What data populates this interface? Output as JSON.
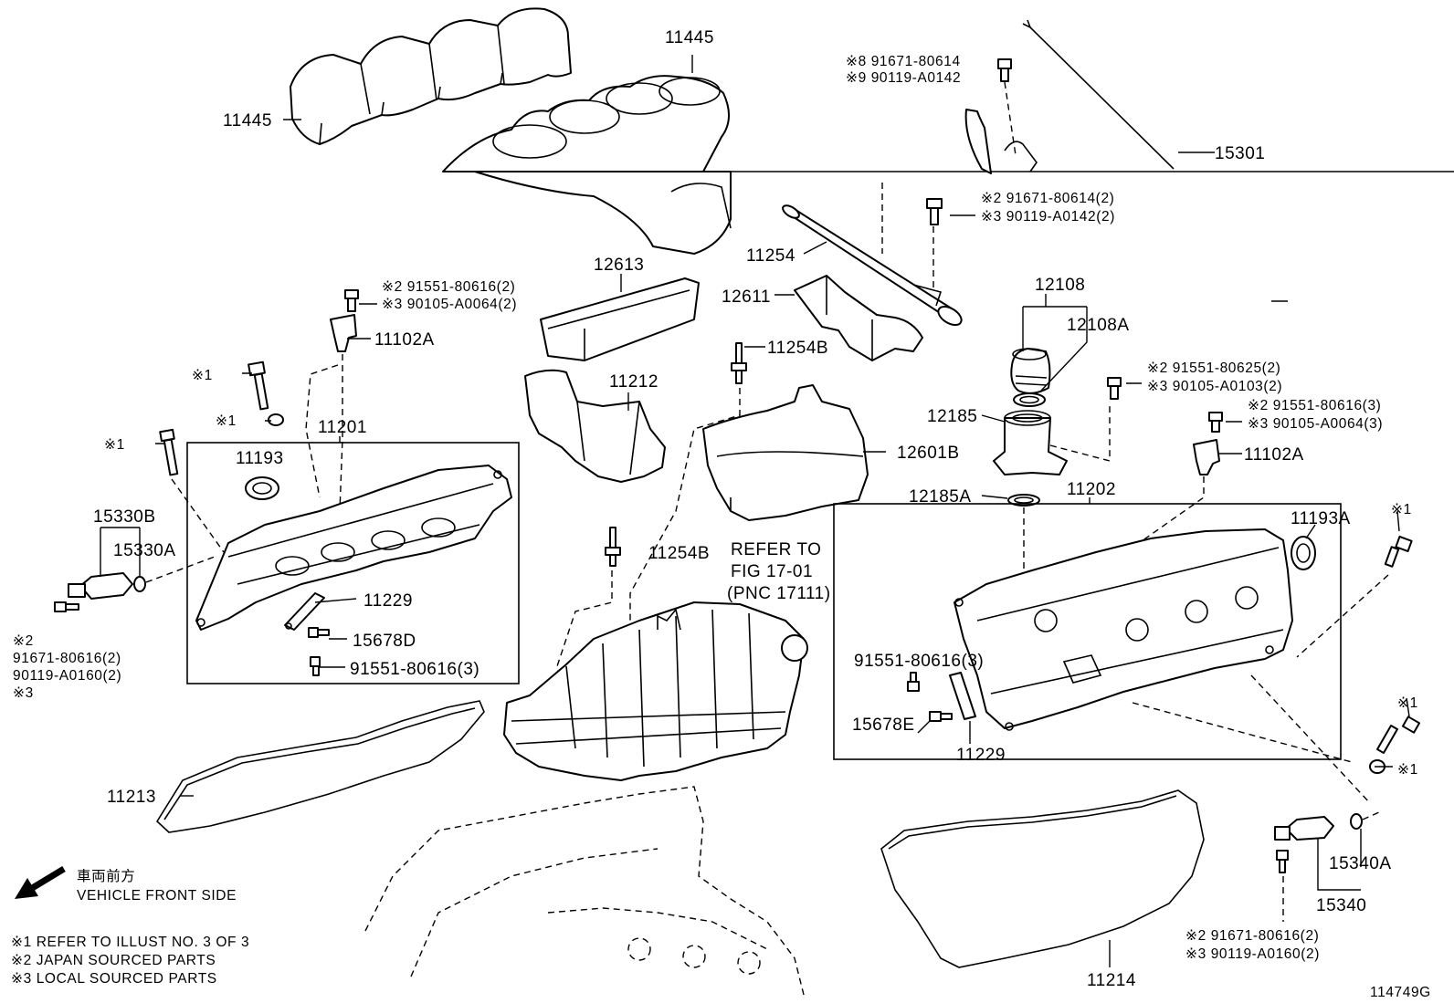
{
  "diagram": {
    "drawing_number": "114749G",
    "labels": {
      "p11445_top": "11445",
      "p11445_left": "11445",
      "p15301": "15301",
      "p11254": "11254",
      "p12613": "12613",
      "p12611": "12611",
      "p11254B_a": "11254B",
      "p11254B_b": "11254B",
      "p11212": "11212",
      "p12601B": "12601B",
      "p12108": "12108",
      "p12108A": "12108A",
      "p12185": "12185",
      "p12185A": "12185A",
      "p11202": "11202",
      "p11193A": "11193A",
      "p11102A_r": "11102A",
      "p11102A_l": "11102A",
      "p11201": "11201",
      "p11193": "11193",
      "p15330B": "15330B",
      "p15330A": "15330A",
      "p11229_l": "11229",
      "p15678D": "15678D",
      "p91551_l": "91551-80616(3)",
      "p91551_r": "91551-80616(3)",
      "p15678E": "15678E",
      "p11229_r": "11229",
      "p11213": "11213",
      "p11214": "11214",
      "p15340A": "15340A",
      "p15340": "15340",
      "refer_1": "REFER TO",
      "refer_2": "FIG 17-01",
      "refer_3": "(PNC 17111)"
    },
    "callouts": {
      "top_right_1": "※8 91671-80614",
      "top_right_2": "※9 90119-A0142",
      "mid_right_1": "※2 91671-80614(2)",
      "mid_right_2": "※3 90119-A0142(2)",
      "left_bolt_1": "※2 91551-80616(2)",
      "left_bolt_2": "※3 90105-A0064(2)",
      "right_bolt_1": "※2 91551-80625(2)",
      "right_bolt_2": "※3 90105-A0103(2)",
      "right_bolt_3": "※2 91551-80616(3)",
      "right_bolt_4": "※3 90105-A0064(3)",
      "left_ref_a": "※1",
      "left_ref_b": "※1",
      "left_ref_c": "※1",
      "right_ref_a": "※1",
      "right_ref_b": "※1",
      "right_ref_c": "※1",
      "left_bottom_1": "※2",
      "left_bottom_2": "91671-80616(2)",
      "left_bottom_3": "90119-A0160(2)",
      "left_bottom_4": "※3",
      "right_bottom_1": "※2 91671-80616(2)",
      "right_bottom_2": "※3 90119-A0160(2)"
    },
    "legend": {
      "direction_jp": "車両前方",
      "direction_en": "VEHICLE FRONT SIDE",
      "note_1": "※1 REFER TO ILLUST NO. 3 OF 3",
      "note_2": "※2 JAPAN SOURCED PARTS",
      "note_3": "※3 LOCAL SOURCED PARTS"
    }
  }
}
